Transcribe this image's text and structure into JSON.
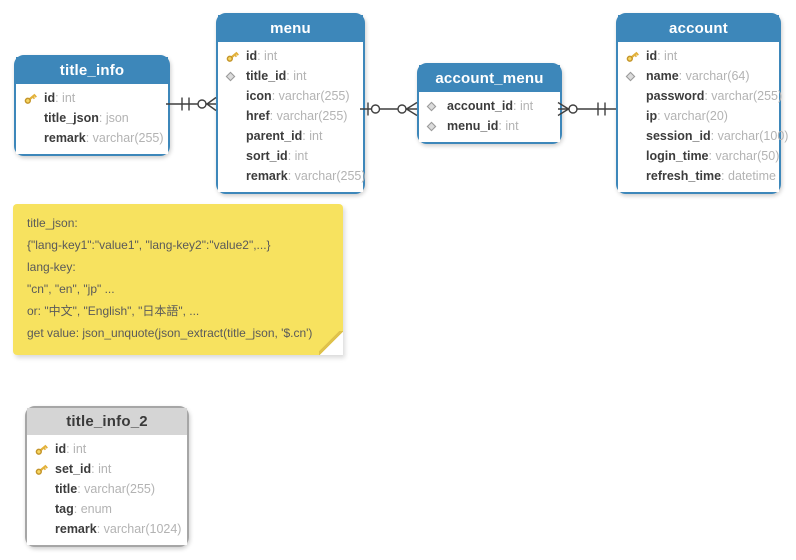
{
  "canvas": {
    "background": "#ffffff"
  },
  "colors": {
    "table_header_blue": "#3d87ba",
    "table_header_gray": "#d5d5d5",
    "table_border_gray": "#a6a6a6",
    "field_name_text": "#3c3c3c",
    "field_type_text": "#b3b3b3",
    "note_background": "#f7e25f",
    "note_text": "#5a5a5a",
    "connector_line": "#3f3f3f",
    "key_icon_gold": "#e8b93c",
    "diamond_icon_gray": "#dcdcdc"
  },
  "tables": [
    {
      "id": "title_info",
      "title": "title_info",
      "style": "blue",
      "fields": [
        {
          "icon": "key",
          "name": "id",
          "type": "int"
        },
        {
          "icon": "none",
          "name": "title_json",
          "type": "json"
        },
        {
          "icon": "none",
          "name": "remark",
          "type": "varchar(255)"
        }
      ]
    },
    {
      "id": "menu",
      "title": "menu",
      "style": "blue",
      "fields": [
        {
          "icon": "key",
          "name": "id",
          "type": "int"
        },
        {
          "icon": "diamond",
          "name": "title_id",
          "type": "int"
        },
        {
          "icon": "none",
          "name": "icon",
          "type": "varchar(255)"
        },
        {
          "icon": "none",
          "name": "href",
          "type": "varchar(255)"
        },
        {
          "icon": "none",
          "name": "parent_id",
          "type": "int"
        },
        {
          "icon": "none",
          "name": "sort_id",
          "type": "int"
        },
        {
          "icon": "none",
          "name": "remark",
          "type": "varchar(255)"
        }
      ]
    },
    {
      "id": "account_menu",
      "title": "account_menu",
      "style": "blue",
      "fields": [
        {
          "icon": "diamond",
          "name": "account_id",
          "type": "int"
        },
        {
          "icon": "diamond",
          "name": "menu_id",
          "type": "int"
        }
      ]
    },
    {
      "id": "account",
      "title": "account",
      "style": "blue",
      "fields": [
        {
          "icon": "key",
          "name": "id",
          "type": "int"
        },
        {
          "icon": "diamond",
          "name": "name",
          "type": "varchar(64)"
        },
        {
          "icon": "none",
          "name": "password",
          "type": "varchar(255)"
        },
        {
          "icon": "none",
          "name": "ip",
          "type": "varchar(20)"
        },
        {
          "icon": "none",
          "name": "session_id",
          "type": "varchar(100)"
        },
        {
          "icon": "none",
          "name": "login_time",
          "type": "varchar(50)"
        },
        {
          "icon": "none",
          "name": "refresh_time",
          "type": "datetime"
        }
      ]
    },
    {
      "id": "title_info_2",
      "title": "title_info_2",
      "style": "gray",
      "fields": [
        {
          "icon": "key",
          "name": "id",
          "type": "int"
        },
        {
          "icon": "key",
          "name": "set_id",
          "type": "int"
        },
        {
          "icon": "none",
          "name": "title",
          "type": "varchar(255)"
        },
        {
          "icon": "none",
          "name": "tag",
          "type": "enum"
        },
        {
          "icon": "none",
          "name": "remark",
          "type": "varchar(1024)"
        }
      ]
    }
  ],
  "relationships": [
    {
      "from": "title_info",
      "to": "menu",
      "from_notation": "one-and-only-one",
      "to_notation": "zero-or-many"
    },
    {
      "from": "menu",
      "to": "account_menu",
      "from_notation": "zero-or-one",
      "to_notation": "zero-or-many"
    },
    {
      "from": "account_menu",
      "to": "account",
      "from_notation": "zero-or-many",
      "to_notation": "one-and-only-one"
    }
  ],
  "note": {
    "lines": [
      "title_json:",
      "{\"lang-key1\":\"value1\", \"lang-key2\":\"value2\",...}",
      "lang-key:",
      "\"cn\", \"en\", \"jp\" ...",
      "or: \"中文\", \"English\", \"日本語\", ...",
      "get value: json_unquote(json_extract(title_json, '$.cn')"
    ]
  }
}
